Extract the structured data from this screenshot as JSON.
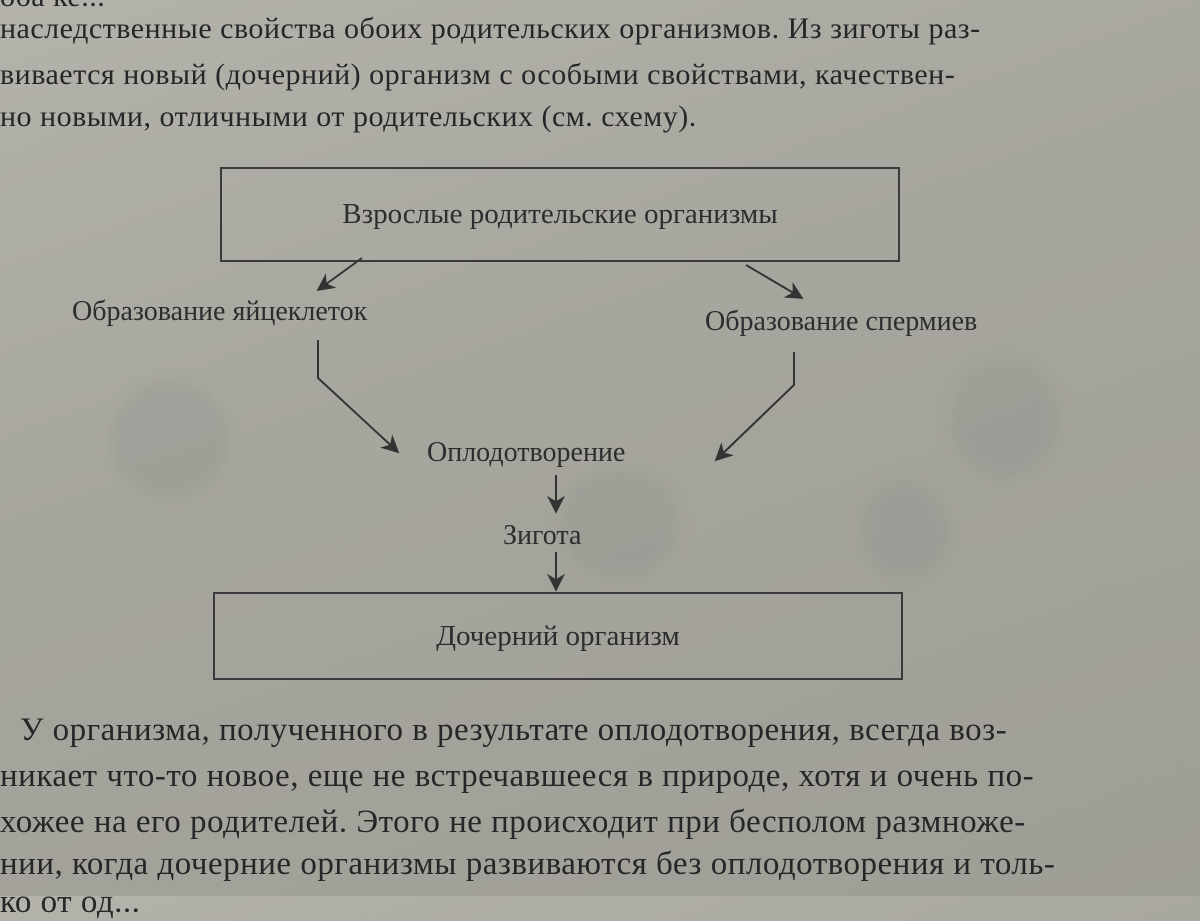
{
  "text_top": [
    "оба ке...",
    "наследственные свойства обоих родительских организмов. Из зиготы раз-",
    "вивается новый (дочерний) организм с особыми свойствами, качествен-",
    "но новыми, отличными от родительских (см. схему)."
  ],
  "diagram": {
    "box_top": "Взрослые родительские организмы",
    "left_label": "Образование яйцеклеток",
    "right_label": "Образование спермиев",
    "middle_label": "Оплодотворение",
    "zygote_label": "Зигота",
    "box_bottom": "Дочерний организм"
  },
  "text_bottom": [
    "У организма, полученного в результате оплодотворения, всегда воз-",
    "никает что-то новое, еще не встречавшееся в природе, хотя и очень по-",
    "хожее на его родителей. Этого не происходит при бесполом размноже-",
    "нии, когда дочерние организмы развиваются без оплодотворения и толь-",
    "ко от од..."
  ]
}
